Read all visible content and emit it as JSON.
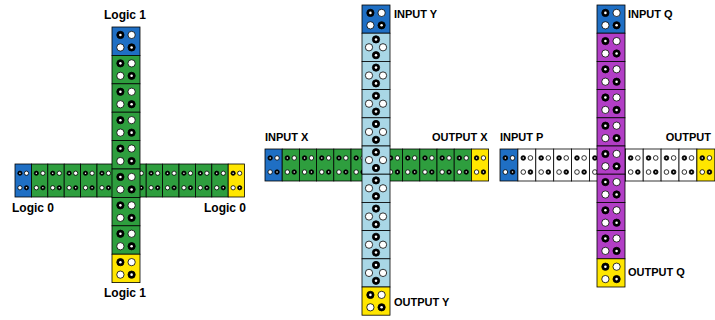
{
  "diagram": {
    "labels": [
      "Logic 1",
      "Logic 0",
      "Logic 0",
      "Logic 1",
      "INPUT Y",
      "INPUT X",
      "OUTPUT X",
      "OUTPUT Y",
      "INPUT Q",
      "INPUT P",
      "OUTPUT",
      "OUTPUT Q"
    ]
  }
}
